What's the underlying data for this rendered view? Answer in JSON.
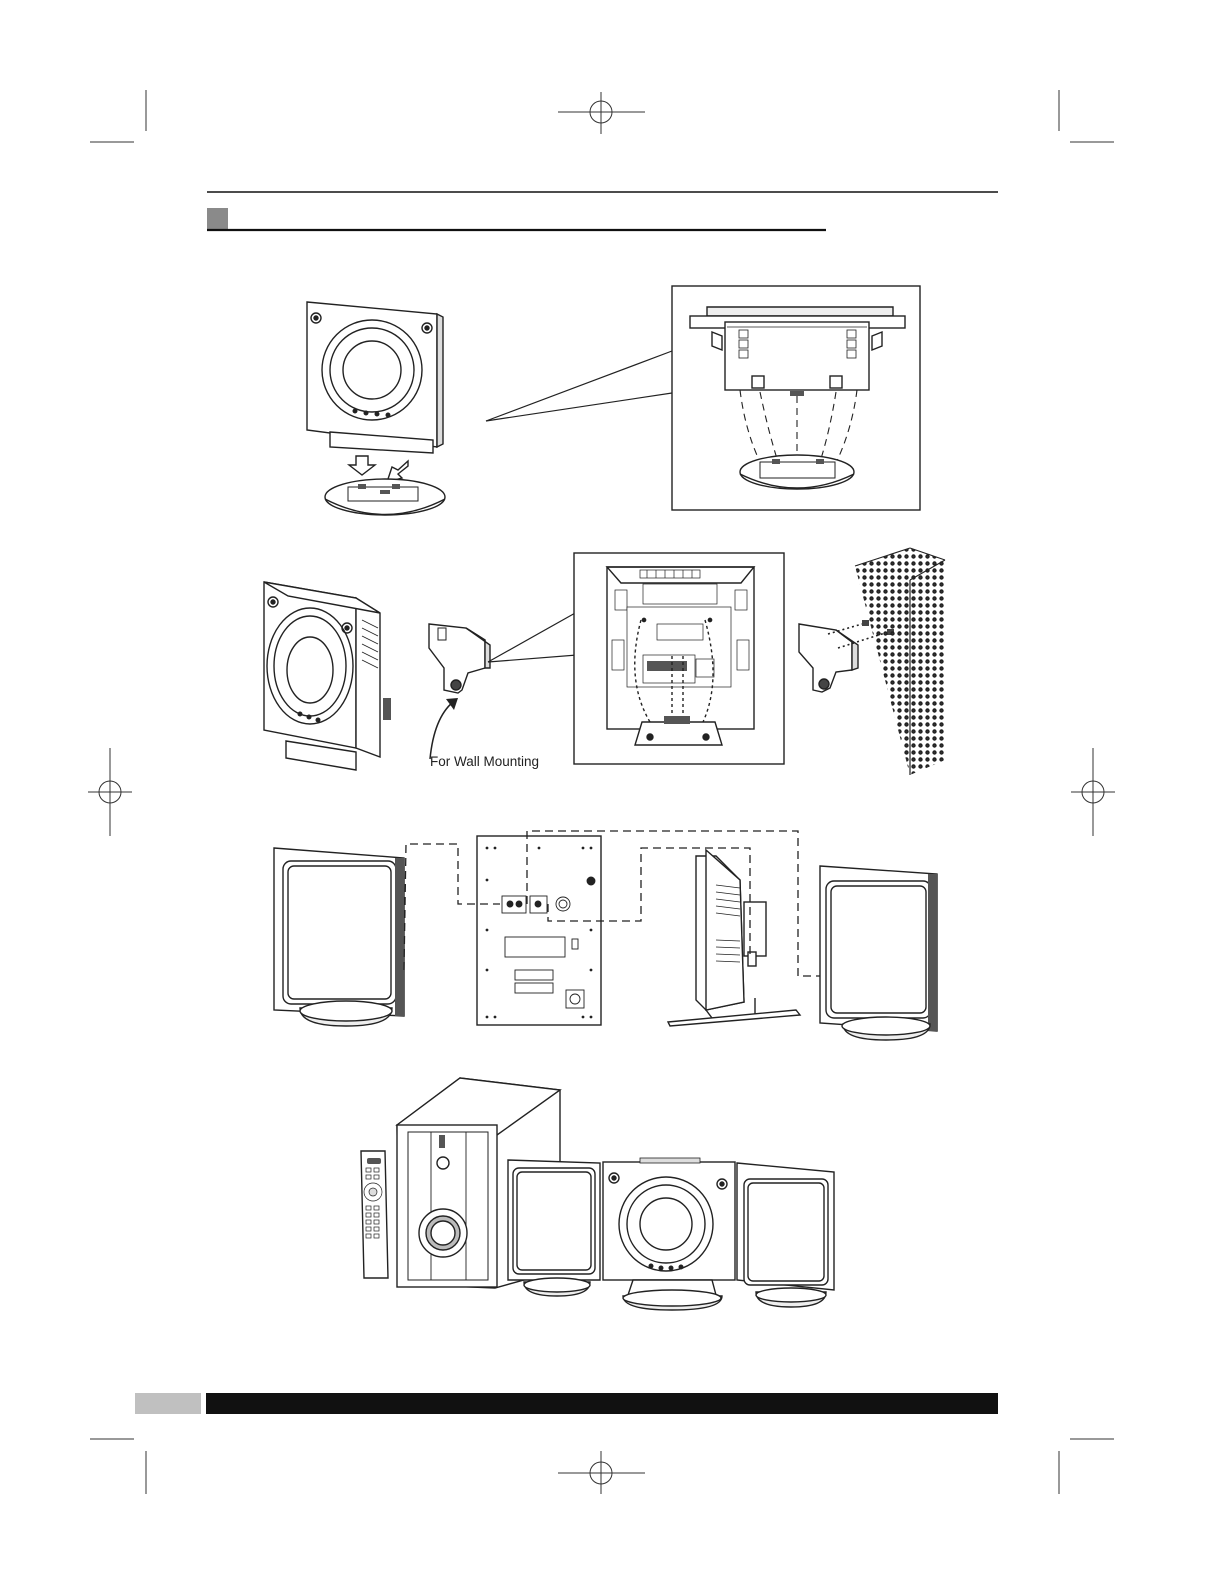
{
  "page": {
    "wall_mount_label": "For Wall Mounting"
  },
  "figures": [
    {
      "name": "unit-on-stand-figure"
    },
    {
      "name": "stand-attachment-detail-figure"
    },
    {
      "name": "wall-bracket-figure"
    },
    {
      "name": "speaker-connection-figure"
    },
    {
      "name": "assembled-system-figure"
    }
  ]
}
